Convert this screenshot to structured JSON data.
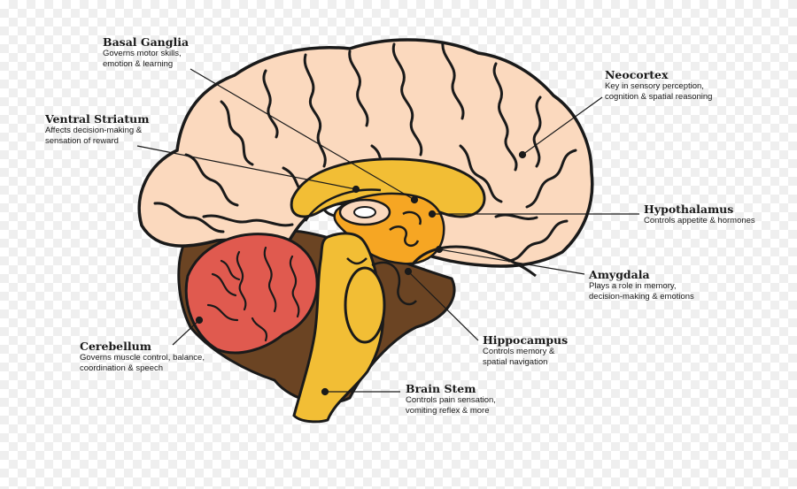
{
  "labels": {
    "basal_ganglia": {
      "title": "Basal Ganglia",
      "desc": "Governs motor skills,\nemotion & learning"
    },
    "ventral_striatum": {
      "title": "Ventral Striatum",
      "desc": "Affects decision-making &\nsensation of reward"
    },
    "neocortex": {
      "title": "Neocortex",
      "desc": "Key in sensory perception,\ncognition & spatial reasoning"
    },
    "hypothalamus": {
      "title": "Hypothalamus",
      "desc": "Controls appetite & hormones"
    },
    "amygdala": {
      "title": "Amygdala",
      "desc": "Plays a role in memory,\ndecision-making & emotions"
    },
    "cerebellum": {
      "title": "Cerebellum",
      "desc": "Governs muscle control, balance,\ncoordination & speech"
    },
    "hippocampus": {
      "title": "Hippocampus",
      "desc": "Controls memory &\nspatial navigation"
    },
    "brain_stem": {
      "title": "Brain Stem",
      "desc": "Controls pain sensation,\nvomiting reflex & more"
    }
  },
  "colors": {
    "cortex": "#fbd9be",
    "outline": "#1a1a1a",
    "dark_tissue": "#6b4423",
    "cerebellum": "#e05a4f",
    "brain_stem": "#f2be35",
    "inner_orange": "#f6a623"
  }
}
